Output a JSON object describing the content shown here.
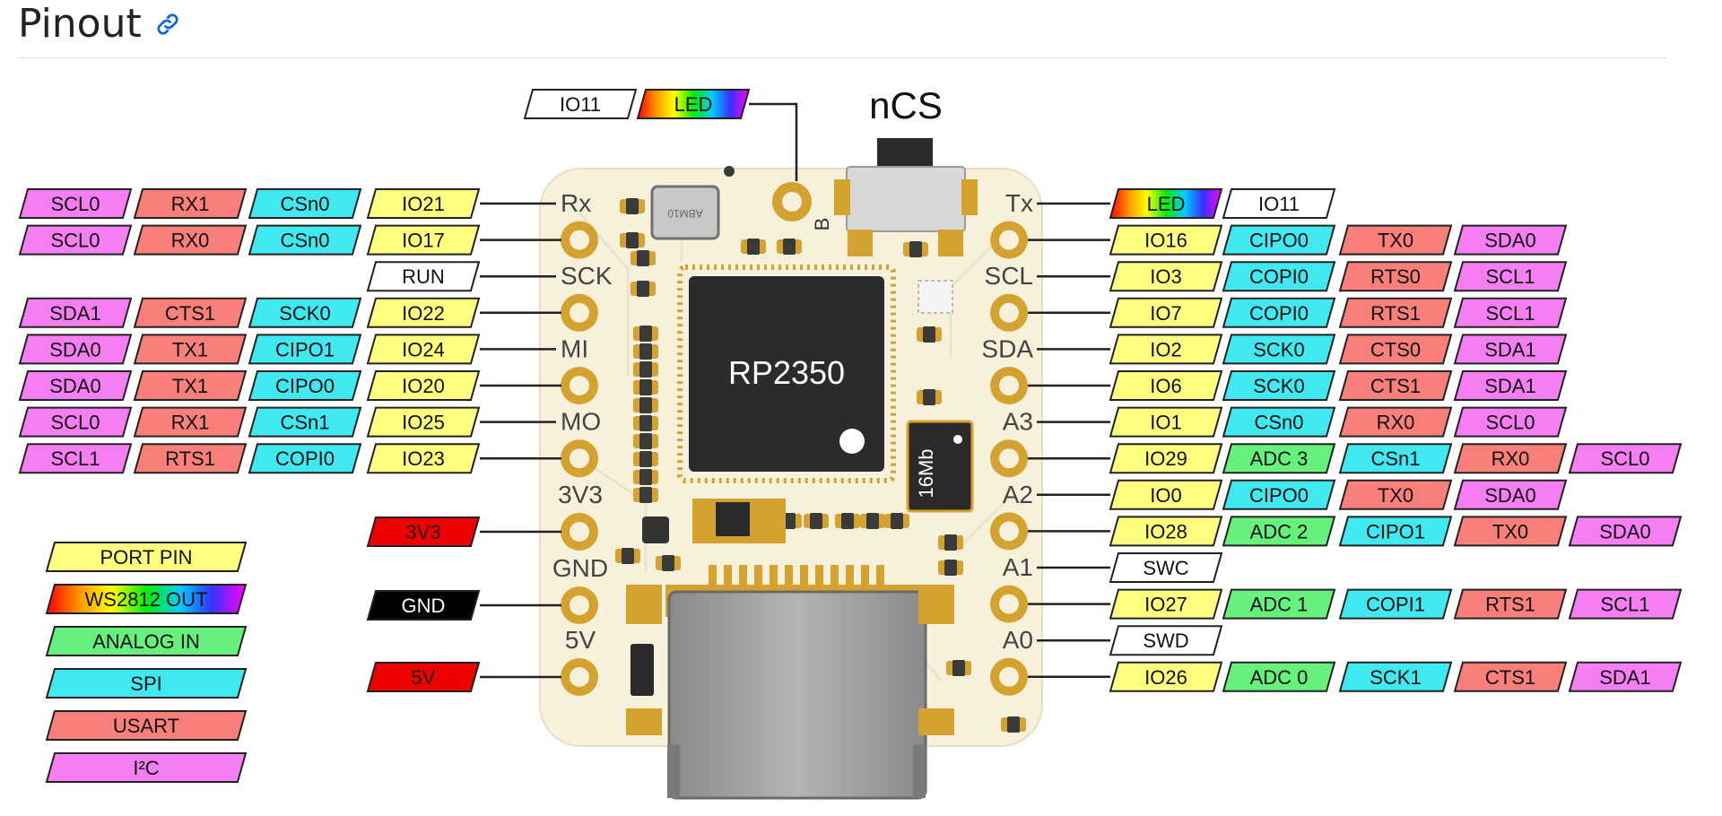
{
  "page": {
    "heading": "Pinout",
    "link_icon": "link-icon"
  },
  "board": {
    "chip": "RP2350",
    "flash": "16Mb",
    "switch_label": "nCS",
    "crystal_marking": "ABM10",
    "bottom_mark": "B",
    "body_color": "#f7f0db",
    "pad_color": "#d4a22e"
  },
  "colors": {
    "port": "#ffff80",
    "spi": "#40e8f0",
    "usart": "#f87f7a",
    "i2c": "#f47ef2",
    "analog": "#66f07c",
    "white": "#ffffff",
    "power_red": "#ee0000",
    "ground": "#000000"
  },
  "top_labels": [
    {
      "text": "IO11",
      "kind": "white"
    },
    {
      "text": "LED",
      "kind": "rainbow"
    }
  ],
  "left_rows": [
    {
      "pin": "Rx",
      "labels": [
        {
          "text": "IO21",
          "kind": "port"
        },
        {
          "text": "CSn0",
          "kind": "spi"
        },
        {
          "text": "RX1",
          "kind": "usart"
        },
        {
          "text": "SCL0",
          "kind": "i2c"
        }
      ]
    },
    {
      "pin": "",
      "labels": [
        {
          "text": "IO17",
          "kind": "port"
        },
        {
          "text": "CSn0",
          "kind": "spi"
        },
        {
          "text": "RX0",
          "kind": "usart"
        },
        {
          "text": "SCL0",
          "kind": "i2c"
        }
      ]
    },
    {
      "pin": "SCK",
      "labels": [
        {
          "text": "RUN",
          "kind": "white"
        }
      ]
    },
    {
      "pin": "",
      "labels": [
        {
          "text": "IO22",
          "kind": "port"
        },
        {
          "text": "SCK0",
          "kind": "spi"
        },
        {
          "text": "CTS1",
          "kind": "usart"
        },
        {
          "text": "SDA1",
          "kind": "i2c"
        }
      ]
    },
    {
      "pin": "MI",
      "labels": [
        {
          "text": "IO24",
          "kind": "port"
        },
        {
          "text": "CIPO1",
          "kind": "spi"
        },
        {
          "text": "TX1",
          "kind": "usart"
        },
        {
          "text": "SDA0",
          "kind": "i2c"
        }
      ]
    },
    {
      "pin": "",
      "labels": [
        {
          "text": "IO20",
          "kind": "port"
        },
        {
          "text": "CIPO0",
          "kind": "spi"
        },
        {
          "text": "TX1",
          "kind": "usart"
        },
        {
          "text": "SDA0",
          "kind": "i2c"
        }
      ]
    },
    {
      "pin": "MO",
      "labels": [
        {
          "text": "IO25",
          "kind": "port"
        },
        {
          "text": "CSn1",
          "kind": "spi"
        },
        {
          "text": "RX1",
          "kind": "usart"
        },
        {
          "text": "SCL0",
          "kind": "i2c"
        }
      ]
    },
    {
      "pin": "",
      "labels": [
        {
          "text": "IO23",
          "kind": "port"
        },
        {
          "text": "COPI0",
          "kind": "spi"
        },
        {
          "text": "RTS1",
          "kind": "usart"
        },
        {
          "text": "SCL1",
          "kind": "i2c"
        }
      ]
    },
    {
      "pin": "3V3",
      "labels": [
        {
          "text": "3V3",
          "kind": "power_red"
        }
      ]
    },
    {
      "pin": "GND",
      "labels": [
        {
          "text": "GND",
          "kind": "ground"
        }
      ]
    },
    {
      "pin": "5V",
      "labels": [
        {
          "text": "5V",
          "kind": "power_red"
        }
      ]
    }
  ],
  "right_rows": [
    {
      "pin": "Tx",
      "labels": [
        {
          "text": "LED",
          "kind": "rainbow"
        },
        {
          "text": "IO11",
          "kind": "white"
        }
      ]
    },
    {
      "pin": "",
      "labels": [
        {
          "text": "IO16",
          "kind": "port"
        },
        {
          "text": "CIPO0",
          "kind": "spi"
        },
        {
          "text": "TX0",
          "kind": "usart"
        },
        {
          "text": "SDA0",
          "kind": "i2c"
        }
      ]
    },
    {
      "pin": "SCL",
      "labels": [
        {
          "text": "IO3",
          "kind": "port"
        },
        {
          "text": "COPI0",
          "kind": "spi"
        },
        {
          "text": "RTS0",
          "kind": "usart"
        },
        {
          "text": "SCL1",
          "kind": "i2c"
        }
      ]
    },
    {
      "pin": "",
      "labels": [
        {
          "text": "IO7",
          "kind": "port"
        },
        {
          "text": "COPI0",
          "kind": "spi"
        },
        {
          "text": "RTS1",
          "kind": "usart"
        },
        {
          "text": "SCL1",
          "kind": "i2c"
        }
      ]
    },
    {
      "pin": "SDA",
      "labels": [
        {
          "text": "IO2",
          "kind": "port"
        },
        {
          "text": "SCK0",
          "kind": "spi"
        },
        {
          "text": "CTS0",
          "kind": "usart"
        },
        {
          "text": "SDA1",
          "kind": "i2c"
        }
      ]
    },
    {
      "pin": "",
      "labels": [
        {
          "text": "IO6",
          "kind": "port"
        },
        {
          "text": "SCK0",
          "kind": "spi"
        },
        {
          "text": "CTS1",
          "kind": "usart"
        },
        {
          "text": "SDA1",
          "kind": "i2c"
        }
      ]
    },
    {
      "pin": "A3",
      "labels": [
        {
          "text": "IO1",
          "kind": "port"
        },
        {
          "text": "CSn0",
          "kind": "spi"
        },
        {
          "text": "RX0",
          "kind": "usart"
        },
        {
          "text": "SCL0",
          "kind": "i2c"
        }
      ]
    },
    {
      "pin": "",
      "labels": [
        {
          "text": "IO29",
          "kind": "port"
        },
        {
          "text": "ADC 3",
          "kind": "analog"
        },
        {
          "text": "CSn1",
          "kind": "spi"
        },
        {
          "text": "RX0",
          "kind": "usart"
        },
        {
          "text": "SCL0",
          "kind": "i2c"
        }
      ]
    },
    {
      "pin": "A2",
      "labels": [
        {
          "text": "IO0",
          "kind": "port"
        },
        {
          "text": "CIPO0",
          "kind": "spi"
        },
        {
          "text": "TX0",
          "kind": "usart"
        },
        {
          "text": "SDA0",
          "kind": "i2c"
        }
      ]
    },
    {
      "pin": "",
      "labels": [
        {
          "text": "IO28",
          "kind": "port"
        },
        {
          "text": "ADC 2",
          "kind": "analog"
        },
        {
          "text": "CIPO1",
          "kind": "spi"
        },
        {
          "text": "TX0",
          "kind": "usart"
        },
        {
          "text": "SDA0",
          "kind": "i2c"
        }
      ]
    },
    {
      "pin": "A1",
      "labels": [
        {
          "text": "SWC",
          "kind": "white"
        }
      ]
    },
    {
      "pin": "",
      "labels": [
        {
          "text": "IO27",
          "kind": "port"
        },
        {
          "text": "ADC 1",
          "kind": "analog"
        },
        {
          "text": "COPI1",
          "kind": "spi"
        },
        {
          "text": "RTS1",
          "kind": "usart"
        },
        {
          "text": "SCL1",
          "kind": "i2c"
        }
      ]
    },
    {
      "pin": "A0",
      "labels": [
        {
          "text": "SWD",
          "kind": "white"
        }
      ]
    },
    {
      "pin": "",
      "labels": [
        {
          "text": "IO26",
          "kind": "port"
        },
        {
          "text": "ADC 0",
          "kind": "analog"
        },
        {
          "text": "SCK1",
          "kind": "spi"
        },
        {
          "text": "CTS1",
          "kind": "usart"
        },
        {
          "text": "SDA1",
          "kind": "i2c"
        }
      ]
    }
  ],
  "legend": [
    {
      "text": "PORT PIN",
      "kind": "port"
    },
    {
      "text": "WS2812 OUT",
      "kind": "rainbow"
    },
    {
      "text": "ANALOG IN",
      "kind": "analog"
    },
    {
      "text": "SPI",
      "kind": "spi"
    },
    {
      "text": "USART",
      "kind": "usart"
    },
    {
      "text": "I²C",
      "kind": "i2c"
    }
  ]
}
